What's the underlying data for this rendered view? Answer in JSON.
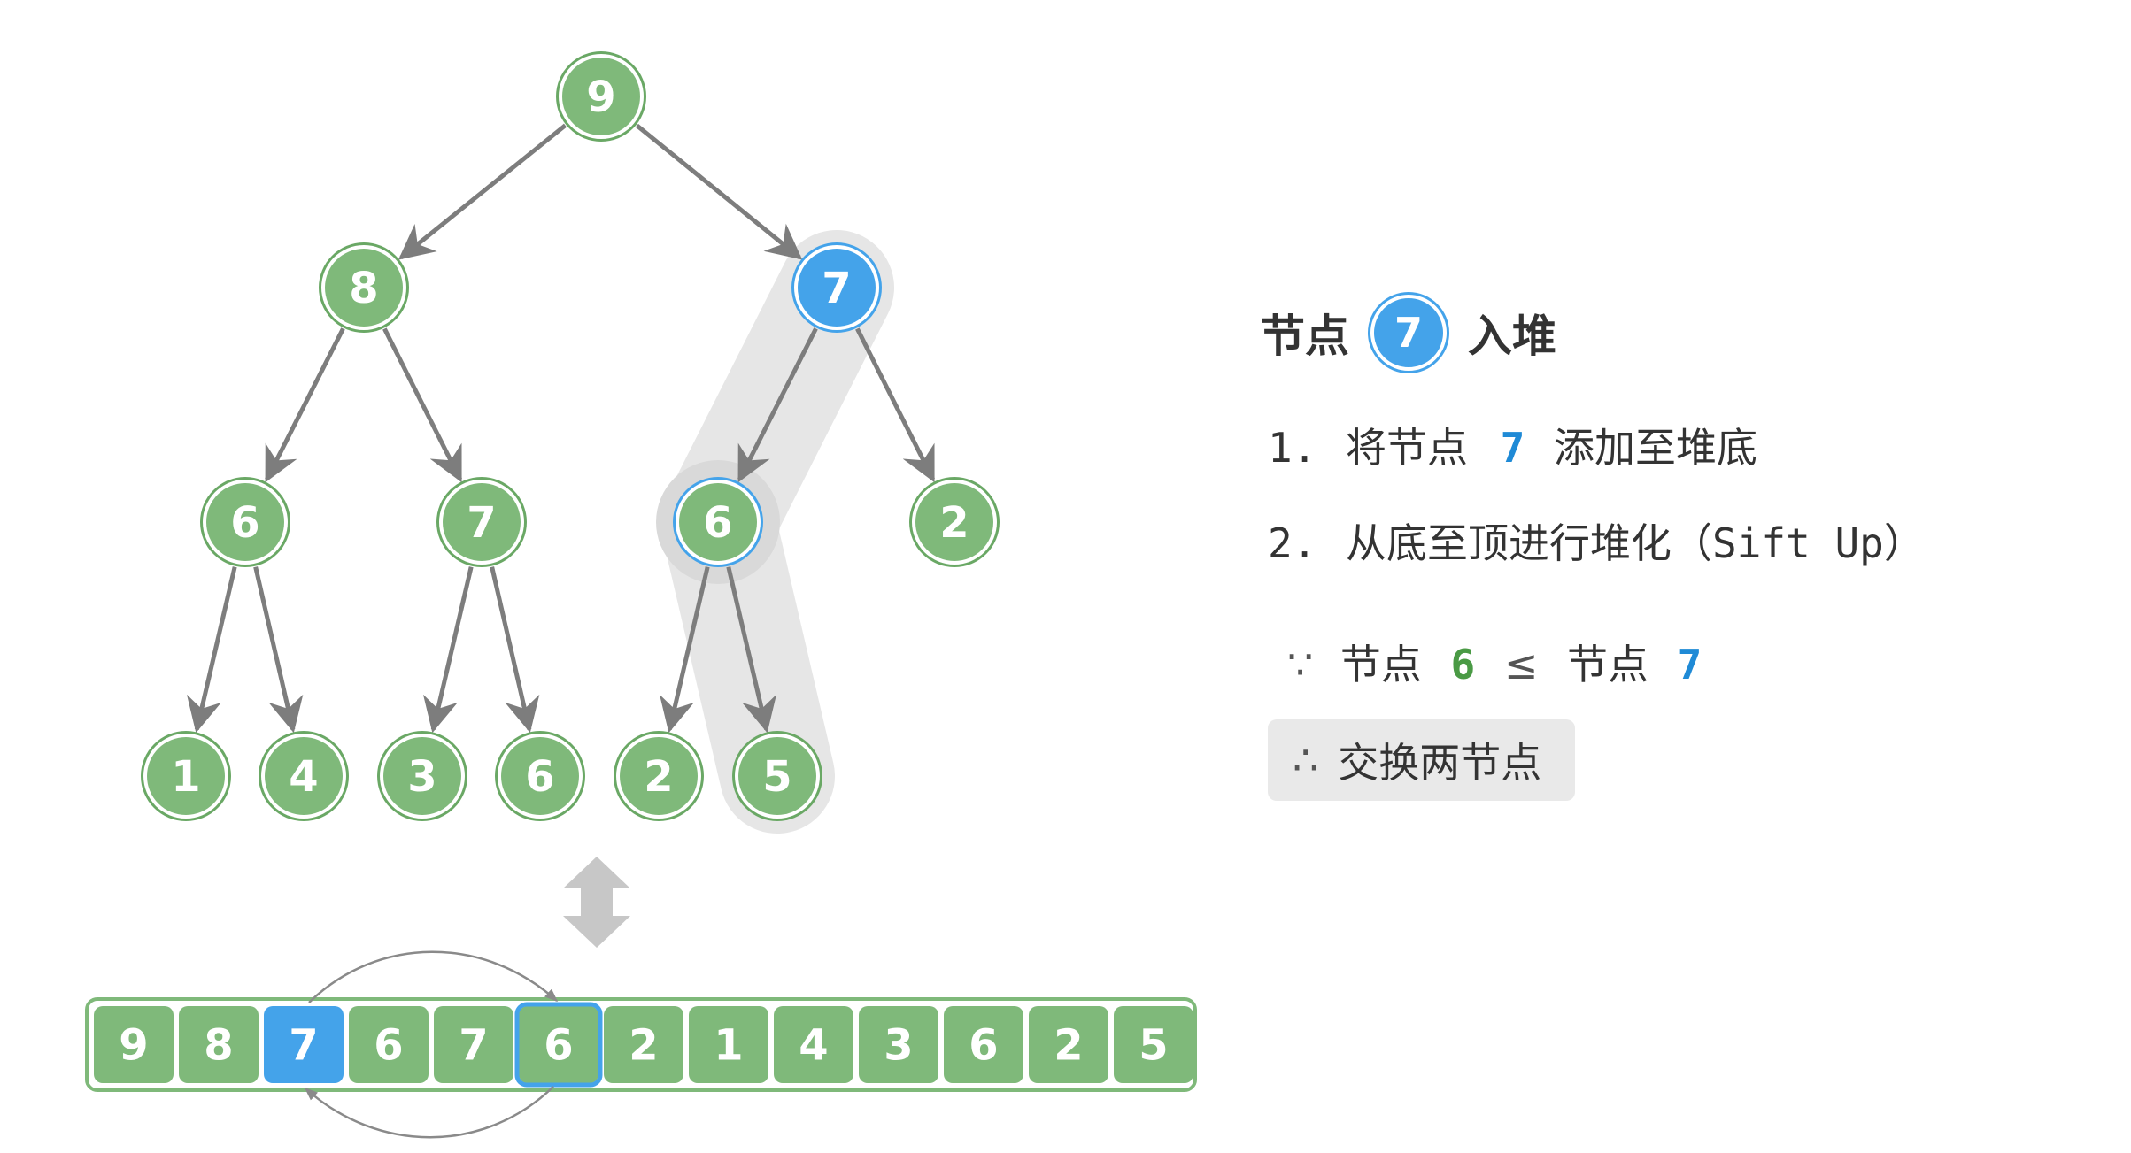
{
  "tree": {
    "nodes": [
      {
        "id": "n0",
        "label": "9",
        "state": "normal"
      },
      {
        "id": "n1",
        "label": "8",
        "state": "normal"
      },
      {
        "id": "n2",
        "label": "7",
        "state": "active"
      },
      {
        "id": "n3",
        "label": "6",
        "state": "normal"
      },
      {
        "id": "n4",
        "label": "7",
        "state": "normal"
      },
      {
        "id": "n5",
        "label": "6",
        "state": "outlined"
      },
      {
        "id": "n6",
        "label": "2",
        "state": "normal"
      },
      {
        "id": "n7",
        "label": "1",
        "state": "normal"
      },
      {
        "id": "n8",
        "label": "4",
        "state": "normal"
      },
      {
        "id": "n9",
        "label": "3",
        "state": "normal"
      },
      {
        "id": "n10",
        "label": "6",
        "state": "normal"
      },
      {
        "id": "n11",
        "label": "2",
        "state": "normal"
      },
      {
        "id": "n12",
        "label": "5",
        "state": "normal"
      }
    ],
    "edges": [
      [
        "n0",
        "n1"
      ],
      [
        "n0",
        "n2"
      ],
      [
        "n1",
        "n3"
      ],
      [
        "n1",
        "n4"
      ],
      [
        "n2",
        "n5"
      ],
      [
        "n2",
        "n6"
      ],
      [
        "n3",
        "n7"
      ],
      [
        "n3",
        "n8"
      ],
      [
        "n4",
        "n9"
      ],
      [
        "n4",
        "n10"
      ],
      [
        "n5",
        "n11"
      ],
      [
        "n5",
        "n12"
      ]
    ],
    "highlight_path": [
      "n2",
      "n5",
      "n12"
    ]
  },
  "array": {
    "cells": [
      {
        "label": "9",
        "state": "normal"
      },
      {
        "label": "8",
        "state": "normal"
      },
      {
        "label": "7",
        "state": "active"
      },
      {
        "label": "6",
        "state": "normal"
      },
      {
        "label": "7",
        "state": "normal"
      },
      {
        "label": "6",
        "state": "outlined"
      },
      {
        "label": "2",
        "state": "normal"
      },
      {
        "label": "1",
        "state": "normal"
      },
      {
        "label": "4",
        "state": "normal"
      },
      {
        "label": "3",
        "state": "normal"
      },
      {
        "label": "6",
        "state": "normal"
      },
      {
        "label": "2",
        "state": "normal"
      },
      {
        "label": "5",
        "state": "normal"
      }
    ],
    "swap_pair": [
      2,
      5
    ]
  },
  "panel": {
    "title_prefix": "节点",
    "title_node": "7",
    "title_suffix": "入堆",
    "steps": [
      {
        "index": "1.",
        "before": "将节点",
        "highlight": "7",
        "after": "添加至堆底"
      },
      {
        "index": "2.",
        "text": "从底至顶进行堆化（",
        "code": "Sift Up",
        "close": "）"
      }
    ],
    "reason": {
      "because": "∵",
      "left_label": "节点",
      "left_value": "6",
      "op": "≤",
      "right_label": "节点",
      "right_value": "7"
    },
    "result": {
      "therefore": "∴",
      "text": "交换两节点"
    }
  },
  "colors": {
    "node_fill": "#7fb97a",
    "node_border": "#6aa865",
    "active_fill": "#44a3ea",
    "outline_blue": "#44a3ea",
    "edge": "#7d7d7d",
    "highlight_band": "#e6e6e6"
  }
}
